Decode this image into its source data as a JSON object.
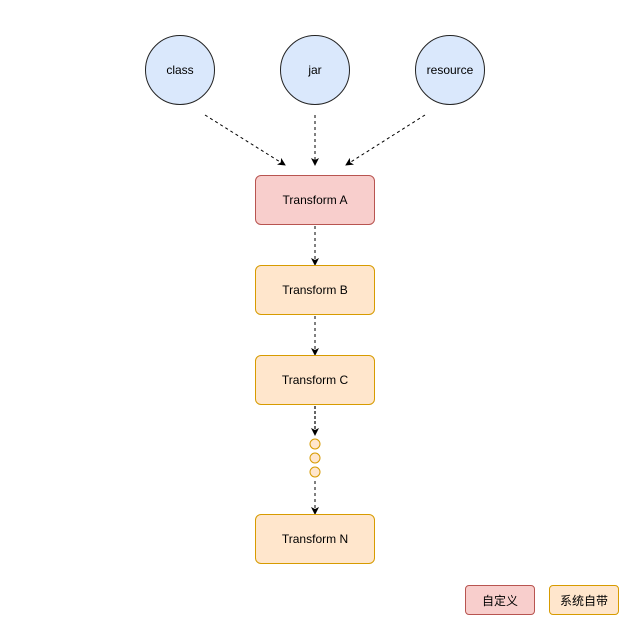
{
  "inputs": [
    {
      "label": "class"
    },
    {
      "label": "jar"
    },
    {
      "label": "resource"
    }
  ],
  "transforms": [
    {
      "label": "Transform A",
      "kind": "custom"
    },
    {
      "label": "Transform B",
      "kind": "builtin"
    },
    {
      "label": "Transform C",
      "kind": "builtin"
    },
    {
      "label": "Transform N",
      "kind": "builtin"
    }
  ],
  "legend": {
    "custom_label": "自定义",
    "builtin_label": "系统自带"
  },
  "colors": {
    "input_fill": "#dae8fc",
    "custom_fill": "#f8cecc",
    "custom_stroke": "#b85450",
    "builtin_fill": "#ffe6cc",
    "builtin_stroke": "#d79b00"
  }
}
